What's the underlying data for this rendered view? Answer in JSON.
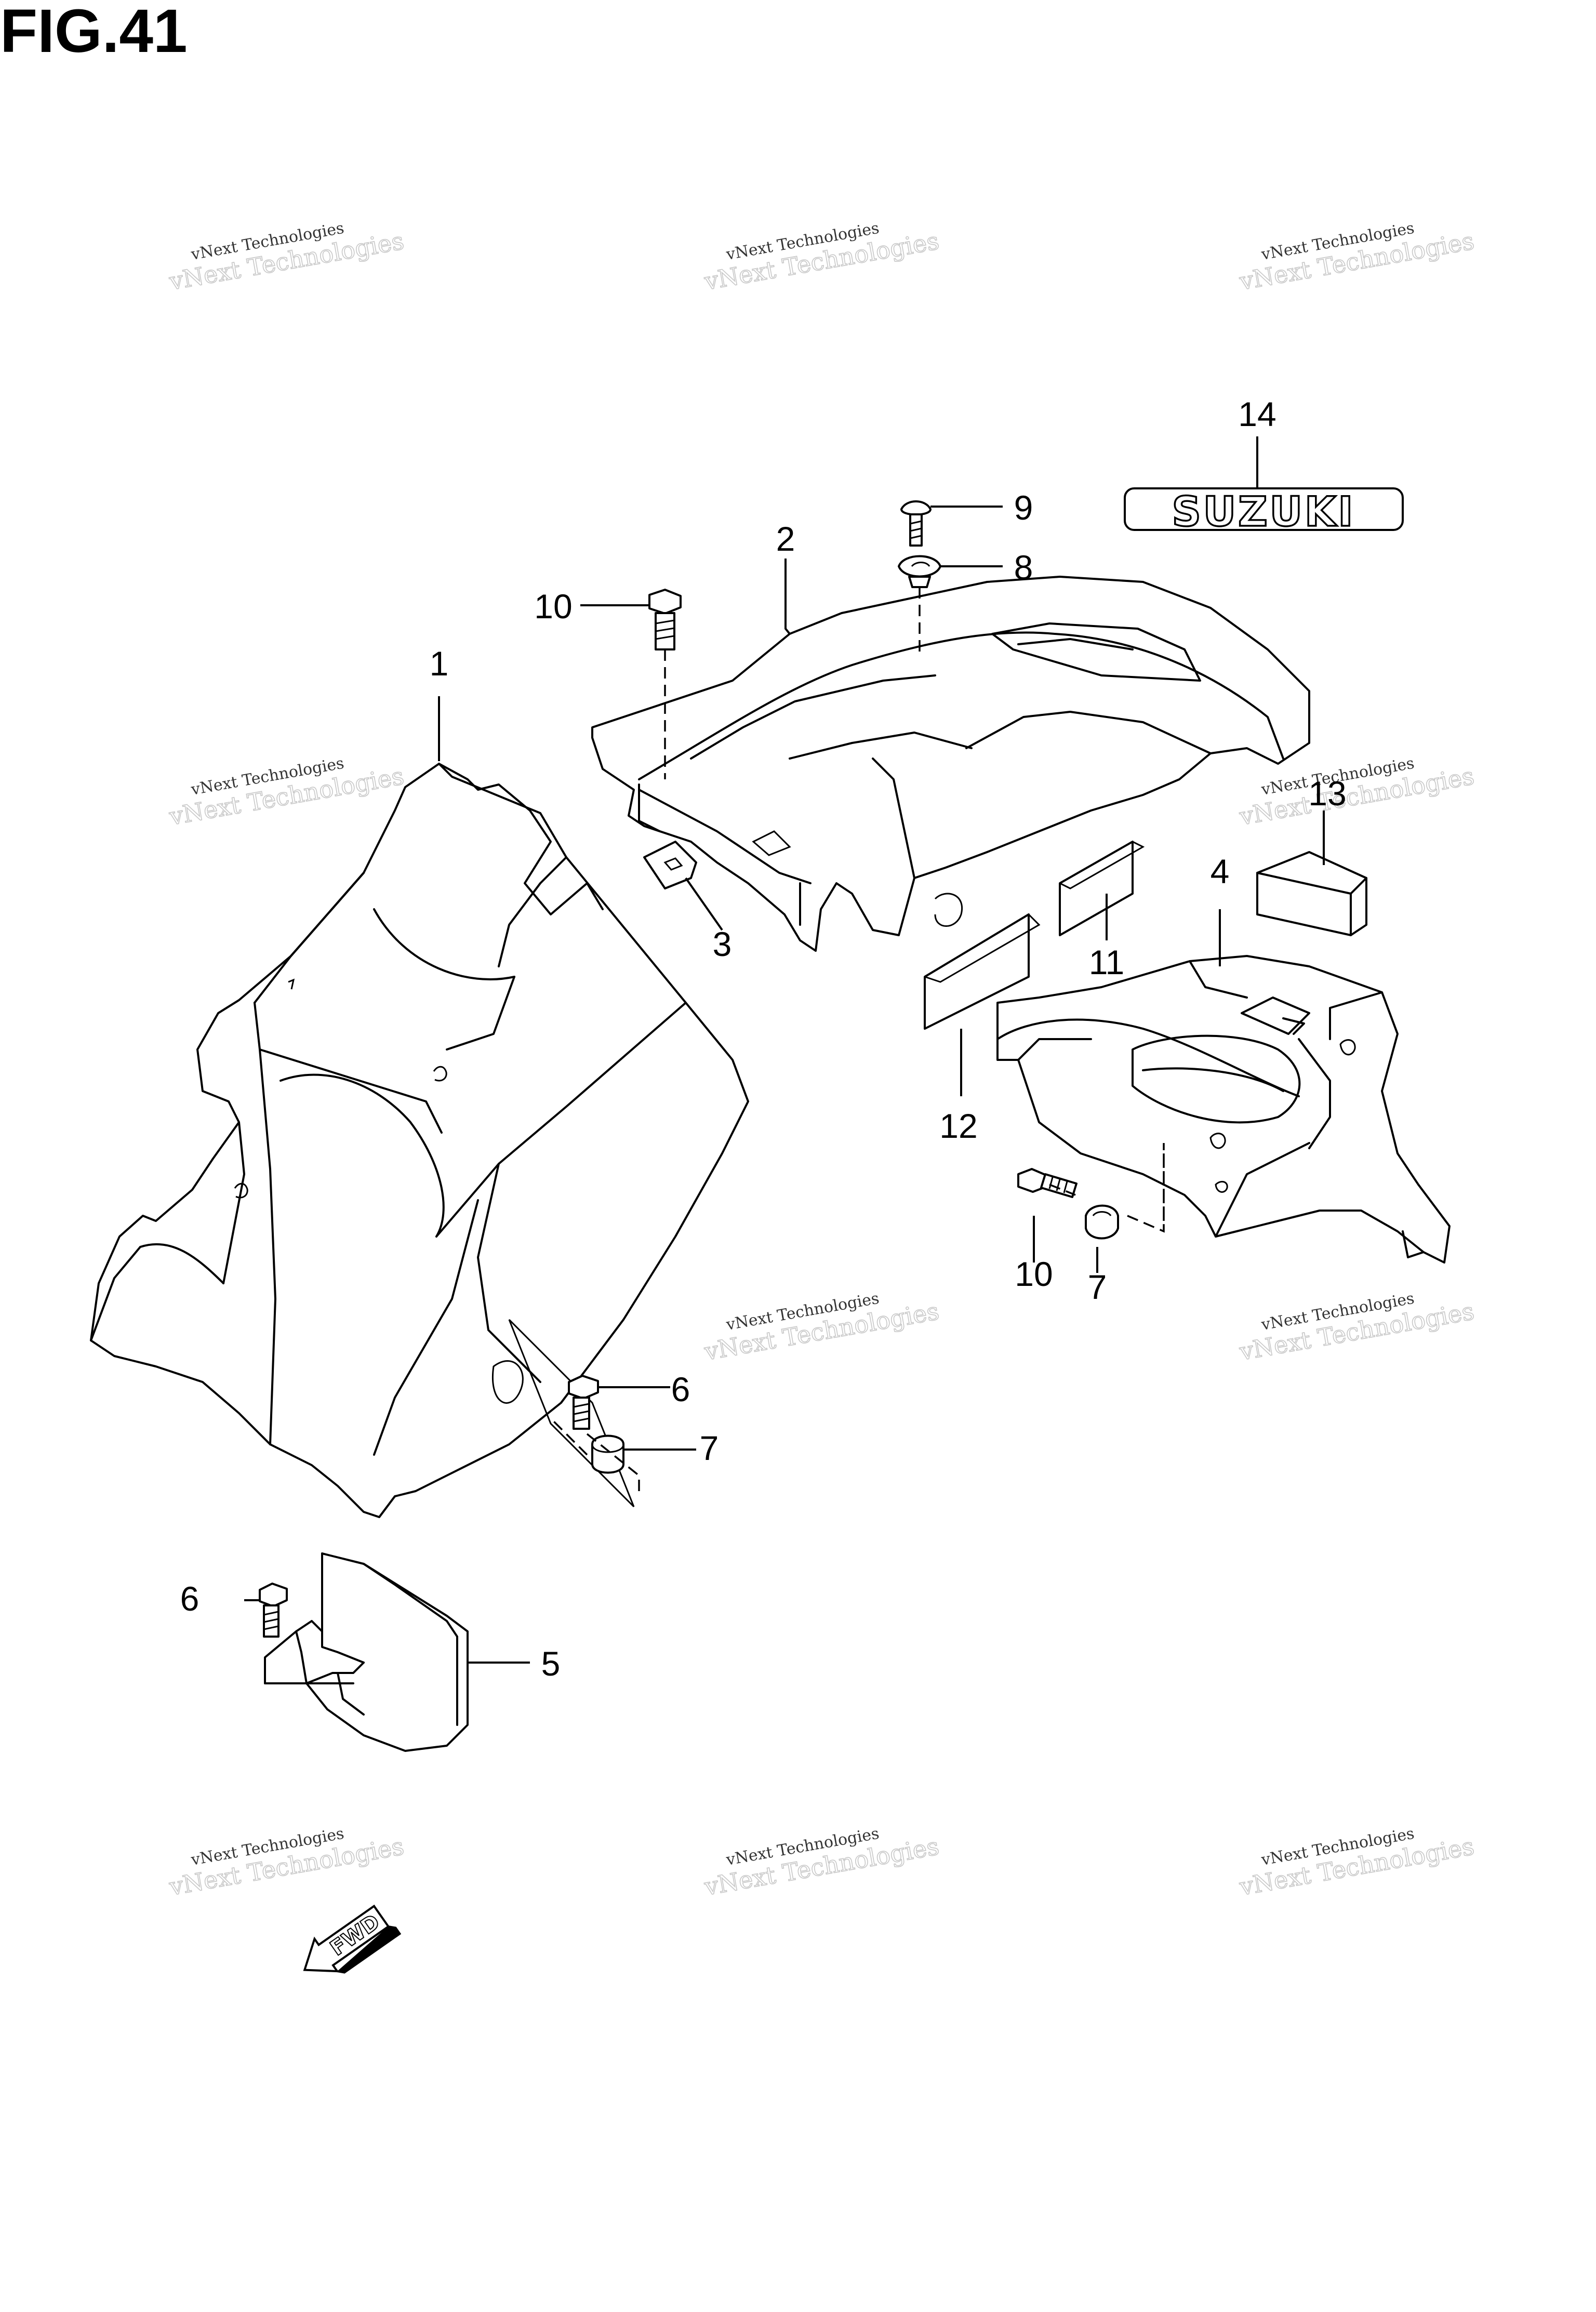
{
  "figure": {
    "title": "FIG.41"
  },
  "watermark": {
    "line1": "vNext Technologies",
    "line2": "vNext Technologies"
  },
  "callouts": {
    "c1": "1",
    "c2": "2",
    "c3": "3",
    "c4": "4",
    "c5": "5",
    "c6a": "6",
    "c6b": "6",
    "c7a": "7",
    "c7b": "7",
    "c8": "8",
    "c9": "9",
    "c10a": "10",
    "c10b": "10",
    "c11": "11",
    "c12": "12",
    "c13": "13",
    "c14": "14"
  },
  "emblem": {
    "text": "SUZUKI"
  },
  "direction_marker": {
    "text": "FWD"
  }
}
